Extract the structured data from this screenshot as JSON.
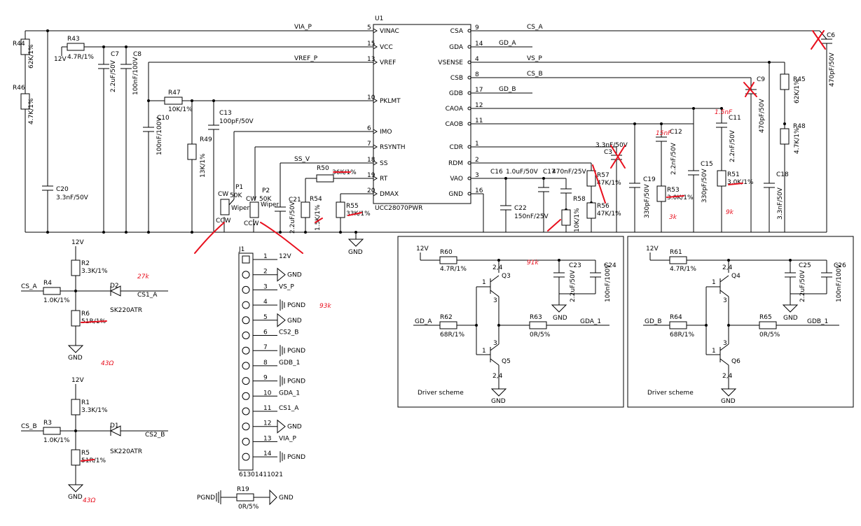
{
  "ic": {
    "ref": "U1",
    "part": "UCC28070PWR",
    "left_pins": [
      {
        "num": "5",
        "name": "VINAC",
        "net": "VIA_P"
      },
      {
        "num": "15",
        "name": "VCC",
        "net": ""
      },
      {
        "num": "13",
        "name": "VREF",
        "net": "VREF_P"
      },
      {
        "num": "10",
        "name": "PKLMT",
        "net": ""
      },
      {
        "num": "6",
        "name": "IMO",
        "net": ""
      },
      {
        "num": "7",
        "name": "RSYNTH",
        "net": ""
      },
      {
        "num": "18",
        "name": "SS",
        "net": "SS_V"
      },
      {
        "num": "19",
        "name": "RT",
        "net": ""
      },
      {
        "num": "20",
        "name": "DMAX",
        "net": ""
      }
    ],
    "right_pins": [
      {
        "num": "9",
        "name": "CSA",
        "net": "CS_A"
      },
      {
        "num": "14",
        "name": "GDA",
        "net": "GD_A"
      },
      {
        "num": "4",
        "name": "VSENSE",
        "net": "VS_P"
      },
      {
        "num": "8",
        "name": "CSB",
        "net": "CS_B"
      },
      {
        "num": "17",
        "name": "GDB",
        "net": "GD_B"
      },
      {
        "num": "12",
        "name": "CAOA",
        "net": ""
      },
      {
        "num": "11",
        "name": "CAOB",
        "net": ""
      },
      {
        "num": "1",
        "name": "CDR",
        "net": ""
      },
      {
        "num": "2",
        "name": "RDM",
        "net": ""
      },
      {
        "num": "3",
        "name": "VAO",
        "net": ""
      },
      {
        "num": "16",
        "name": "GND",
        "net": ""
      }
    ]
  },
  "components": {
    "r44": {
      "ref": "R44",
      "value": "62K/1%"
    },
    "r46": {
      "ref": "R46",
      "value": "4.7K/1%"
    },
    "r43": {
      "ref": "R43",
      "value": "4.7R/1%"
    },
    "c7": {
      "ref": "C7",
      "value": "2.2uF/50V"
    },
    "c8": {
      "ref": "C8",
      "value": "100nF/100V"
    },
    "r47": {
      "ref": "R47",
      "value": "10K/1%"
    },
    "c10": {
      "ref": "C10",
      "value": "100nF/100V"
    },
    "r49": {
      "ref": "R49",
      "value": "13K/1%"
    },
    "c13": {
      "ref": "C13",
      "value": "100pF/50V"
    },
    "c20": {
      "ref": "C20",
      "value": "3.3nF/50V"
    },
    "p1": {
      "ref": "P1",
      "value": "50K"
    },
    "p2": {
      "ref": "P2",
      "value": "50K"
    },
    "c21": {
      "ref": "C21",
      "value": "2.2uF/50V"
    },
    "r54": {
      "ref": "R54",
      "value": "1.5K/1%"
    },
    "r50": {
      "ref": "R50",
      "value": "36K/1%"
    },
    "r55": {
      "ref": "R55",
      "value": "33K/1%"
    },
    "c16": {
      "ref": "C16",
      "value": "1.0uF/50V"
    },
    "c17": {
      "ref": "C17",
      "value": "470nF/25V"
    },
    "c22": {
      "ref": "C22",
      "value": "150nF/25V"
    },
    "r58": {
      "ref": "R58",
      "value": "10K/1%"
    },
    "r57": {
      "ref": "R57",
      "value": "47K/1%"
    },
    "r56": {
      "ref": "R56",
      "value": "47K/1%"
    },
    "c3": {
      "ref": "C3",
      "value": "3.3nF/50V"
    },
    "c19": {
      "ref": "C19",
      "value": "330pF/50V"
    },
    "c12": {
      "ref": "C12",
      "value": "2.2nF/50V"
    },
    "r53": {
      "ref": "R53",
      "value": "3.0K/1%"
    },
    "c15": {
      "ref": "C15",
      "value": "330pF/50V"
    },
    "c11": {
      "ref": "C11",
      "value": "2.2nF/50V"
    },
    "r51": {
      "ref": "R51",
      "value": "3.0K/1%"
    },
    "c9": {
      "ref": "C9",
      "value": "470pF/50V"
    },
    "r45": {
      "ref": "R45",
      "value": "62K/1%"
    },
    "r48": {
      "ref": "R48",
      "value": "4.7K/1%"
    },
    "c18": {
      "ref": "C18",
      "value": "3.3nF/50V"
    },
    "c6": {
      "ref": "C6",
      "value": "470pF/50V"
    },
    "r2": {
      "ref": "R2",
      "value": "3.3K/1%"
    },
    "r4": {
      "ref": "R4",
      "value": "1.0K/1%"
    },
    "r6": {
      "ref": "R6",
      "value": "51R/1%"
    },
    "d2": {
      "ref": "D2",
      "value": "SK220ATR"
    },
    "r1": {
      "ref": "R1",
      "value": "3.3K/1%"
    },
    "r3": {
      "ref": "R3",
      "value": "1.0K/1%"
    },
    "r5": {
      "ref": "R5",
      "value": "51R/1%"
    },
    "d1": {
      "ref": "D1",
      "value": "SK220ATR"
    },
    "r19": {
      "ref": "R19",
      "value": "0R/5%"
    },
    "r60": {
      "ref": "R60",
      "value": "4.7R/1%"
    },
    "r62": {
      "ref": "R62",
      "value": "68R/1%"
    },
    "r63": {
      "ref": "R63",
      "value": "0R/5%"
    },
    "c23": {
      "ref": "C23",
      "value": "2.2uF/50V"
    },
    "c24": {
      "ref": "C24",
      "value": "100nF/100V"
    },
    "q3": {
      "ref": "Q3"
    },
    "q5": {
      "ref": "Q5"
    },
    "r61": {
      "ref": "R61",
      "value": "4.7R/1%"
    },
    "r64": {
      "ref": "R64",
      "value": "68R/1%"
    },
    "r65": {
      "ref": "R65",
      "value": "0R/5%"
    },
    "c25": {
      "ref": "C25",
      "value": "2.2uF/50V"
    },
    "c26": {
      "ref": "C26",
      "value": "100nF/100V"
    },
    "q4": {
      "ref": "Q4"
    },
    "q6": {
      "ref": "Q6"
    }
  },
  "nets": {
    "v12": "12V",
    "gnd": "GND",
    "pgnd": "PGND",
    "cs_a": "CS_A",
    "cs_b": "CS_B",
    "cs1_a": "CS1_A",
    "cs2_b": "CS2_B",
    "gd_a": "GD_A",
    "gd_b": "GD_B",
    "gda_1": "GDA_1",
    "gdb_1": "GDB_1"
  },
  "pot_labels": {
    "cw": "CW",
    "ccw": "CCW",
    "wiper": "Wiper"
  },
  "pin_numbers": {
    "b": "1",
    "c": "2,4",
    "e": "3"
  },
  "connector": {
    "ref": "J1",
    "part": "61301411021",
    "pins": [
      {
        "num": "1",
        "net": "12V"
      },
      {
        "num": "2",
        "net": "GND"
      },
      {
        "num": "3",
        "net": "VS_P"
      },
      {
        "num": "4",
        "net": "PGND"
      },
      {
        "num": "5",
        "net": "GND"
      },
      {
        "num": "6",
        "net": "CS2_B"
      },
      {
        "num": "7",
        "net": "PGND"
      },
      {
        "num": "8",
        "net": "GDB_1"
      },
      {
        "num": "9",
        "net": "PGND"
      },
      {
        "num": "10",
        "net": "GDA_1"
      },
      {
        "num": "11",
        "net": "CS1_A"
      },
      {
        "num": "12",
        "net": "GND"
      },
      {
        "num": "13",
        "net": "VIA_P"
      },
      {
        "num": "14",
        "net": "PGND"
      }
    ]
  },
  "driver_title": "Driver scheme",
  "handwritten": {
    "r53_note": "3k",
    "r51_note": "9k",
    "c12_note": "15nF",
    "c11_note": "1.5nF",
    "r58_note": "91k",
    "p1_note": "27k",
    "j1_note": "93k",
    "r6_note": "43Ω",
    "r5_note": "43Ω"
  },
  "colors": {
    "wire": "#000000",
    "annotation": "#e8101e"
  }
}
